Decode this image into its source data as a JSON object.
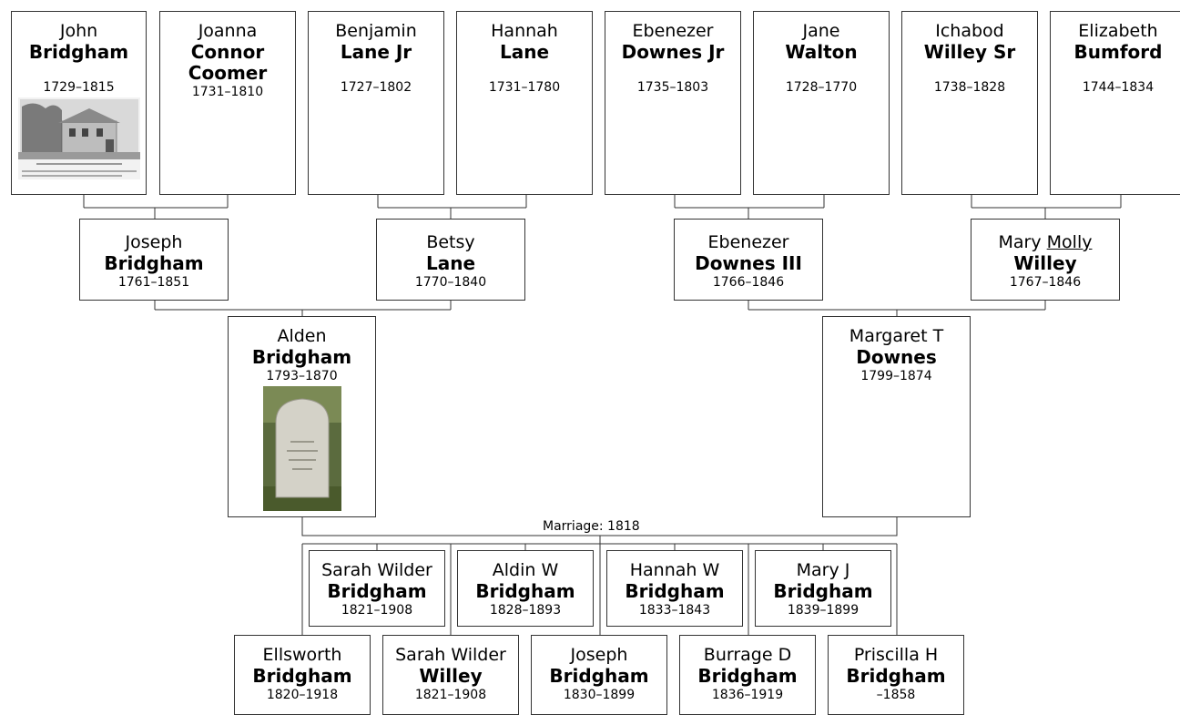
{
  "marriage_label": "Marriage: 1818",
  "great_grandparents": [
    {
      "first": "John",
      "last": "Bridgham",
      "dates": "1729–1815"
    },
    {
      "first": "Joanna",
      "last": "Connor Coomer",
      "dates": "1731–1810"
    },
    {
      "first": "Benjamin",
      "last": "Lane Jr",
      "dates": "1727–1802"
    },
    {
      "first": "Hannah",
      "last": "Lane",
      "dates": "1731–1780"
    },
    {
      "first": "Ebenezer",
      "last": "Downes Jr",
      "dates": "1735–1803"
    },
    {
      "first": "Jane",
      "last": "Walton",
      "dates": "1728–1770"
    },
    {
      "first": "Ichabod",
      "last": "Willey Sr",
      "dates": "1738–1828"
    },
    {
      "first": "Elizabeth",
      "last": "Bumford",
      "dates": "1744–1834"
    }
  ],
  "grandparents": [
    {
      "first": "Joseph",
      "last": "Bridgham",
      "dates": "1761–1851"
    },
    {
      "first": "Betsy",
      "last": "Lane",
      "dates": "1770–1840"
    },
    {
      "first": "Ebenezer",
      "last": "Downes III",
      "dates": "1766–1846"
    },
    {
      "first": "Mary",
      "nickname": "Molly",
      "last": "Willey",
      "dates": "1767–1846"
    }
  ],
  "parents": [
    {
      "first": "Alden",
      "last": "Bridgham",
      "dates": "1793–1870"
    },
    {
      "first": "Margaret T",
      "last": "Downes",
      "dates": "1799–1874"
    }
  ],
  "children_row1": [
    {
      "first": "Sarah Wilder",
      "last": "Bridgham",
      "dates": "1821–1908"
    },
    {
      "first": "Aldin W",
      "last": "Bridgham",
      "dates": "1828–1893"
    },
    {
      "first": "Hannah W",
      "last": "Bridgham",
      "dates": "1833–1843"
    },
    {
      "first": "Mary J",
      "last": "Bridgham",
      "dates": "1839–1899"
    }
  ],
  "children_row2": [
    {
      "first": "Ellsworth",
      "last": "Bridgham",
      "dates": "1820–1918"
    },
    {
      "first": "Sarah Wilder",
      "last": "Willey",
      "dates": "1821–1908"
    },
    {
      "first": "Joseph",
      "last": "Bridgham",
      "dates": "1830–1899"
    },
    {
      "first": "Burrage D",
      "last": "Bridgham",
      "dates": "1836–1919"
    },
    {
      "first": "Priscilla H",
      "last": "Bridgham",
      "dates": "–1858"
    }
  ]
}
